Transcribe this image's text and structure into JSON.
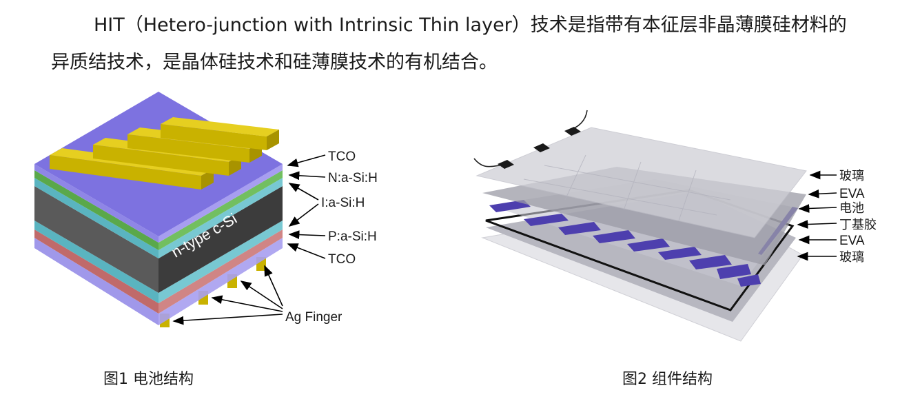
{
  "paragraph": {
    "line1": "HIT（Hetero-junction with Intrinsic Thin layer）技术是指带有本征层非晶薄膜硅材料的",
    "line2": "异质结技术，是晶体硅技术和硅薄膜技术的有机结合。"
  },
  "figure1": {
    "caption": "图1 电池结构",
    "substrate_label": "n-type c-Si",
    "labels": {
      "tco_top": "TCO",
      "n_layer": "N:a-Si:H",
      "i_layer": "I:a-Si:H",
      "p_layer": "P:a-Si:H",
      "tco_bottom": "TCO",
      "ag_finger": "Ag Finger"
    },
    "colors": {
      "tco": "#8f86e6",
      "n_layer": "#5aa84a",
      "i_layer": "#5ab4c0",
      "p_layer": "#c06a6a",
      "silicon": "#3c3c3c",
      "finger": "#d8c000"
    }
  },
  "figure2": {
    "caption": "图2 组件结构",
    "labels": [
      "玻璃",
      "EVA",
      "电池",
      "丁基胶",
      "EVA",
      "玻璃"
    ],
    "colors": {
      "glass": "#e8e8ec",
      "eva": "#a9a9b3",
      "cell": "#4d3fae"
    }
  }
}
